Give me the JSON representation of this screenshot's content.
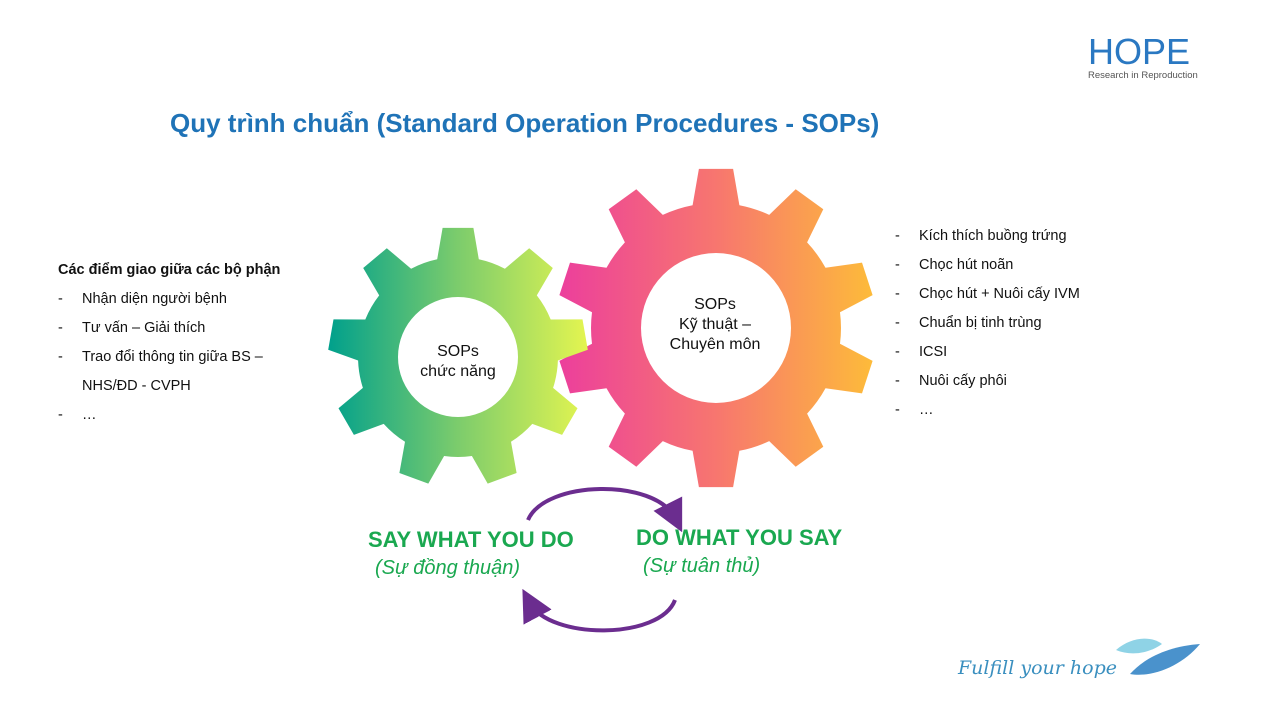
{
  "title": "Quy trình chuẩn (Standard Operation Procedures - SOPs)",
  "logo": {
    "word": "HOPE",
    "subtitle": "Research in Reproduction"
  },
  "left_panel": {
    "heading": "Các điểm giao giữa các bộ phận",
    "items": [
      "Nhận diện người bệnh",
      "Tư vấn – Giải thích",
      "Trao đổi thông tin giữa BS –",
      "NHS/ĐD - CVPH",
      "…"
    ]
  },
  "right_panel": {
    "items": [
      "Kích thích buồng trứng",
      "Chọc hút noãn",
      "Chọc hút + Nuôi cấy IVM",
      "Chuẩn bị tinh trùng",
      "ICSI",
      "Nuôi cấy phôi",
      "…"
    ]
  },
  "gears": {
    "small": {
      "line1": "SOPs",
      "line2": "chức năng"
    },
    "large": {
      "line1": "SOPs",
      "line2": "Kỹ thuật –",
      "line3": "Chuyên môn"
    }
  },
  "mottos": {
    "left": {
      "main": "SAY WHAT YOU DO",
      "sub": "(Sự đồng thuận)"
    },
    "right": {
      "main": "DO WHAT YOU SAY",
      "sub": "(Sự tuân thủ)"
    }
  },
  "tagline": "Fulfill your hope",
  "colors": {
    "title": "#1f73b7",
    "motto": "#1aa850",
    "arrow": "#6b2d8f"
  }
}
